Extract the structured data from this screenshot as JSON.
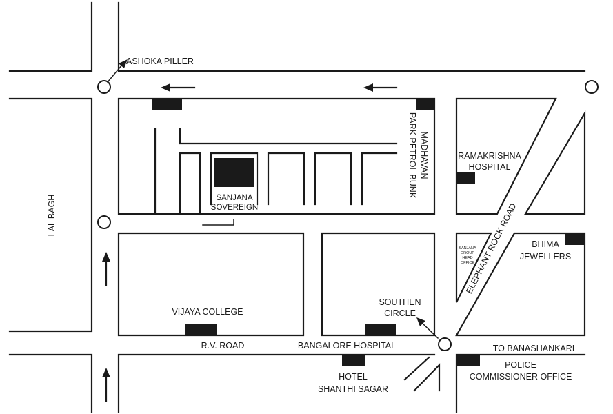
{
  "labels": {
    "ashoka_piller": "ASHOKA PILLER",
    "lal_bagh": "LAL BAGH",
    "madhavan_line1": "MADHAVAN",
    "madhavan_line2": "PARK PETROL BUNK",
    "ramakrishna_line1": "RAMAKRISHNA",
    "ramakrishna_line2": "HOSPITAL",
    "sanjana_line1": "SANJANA",
    "sanjana_line2": "SOVEREIGN",
    "sanjana_office_line1": "SANJANA",
    "sanjana_office_line2": "GROUP",
    "sanjana_office_line3": "HEAD",
    "sanjana_office_line4": "OFFICE",
    "elephant_rock_road": "ELEPHANT ROCK ROAD",
    "bhima_line1": "BHIMA",
    "bhima_line2": "JEWELLERS",
    "vijaya_college": "VIJAYA COLLEGE",
    "southen_line1": "SOUTHEN",
    "southen_line2": "CIRCLE",
    "rv_road": "R.V. ROAD",
    "bangalore_hospital": "BANGALORE HOSPITAL",
    "to_banashankari": "TO BANASHANKARI",
    "hotel_line1": "HOTEL",
    "hotel_line2": "SHANTHI SAGAR",
    "police_line1": "POLICE",
    "police_line2": "COMMISSIONER OFFICE"
  },
  "colors": {
    "ink": "#1a1a1a",
    "background": "#ffffff"
  }
}
